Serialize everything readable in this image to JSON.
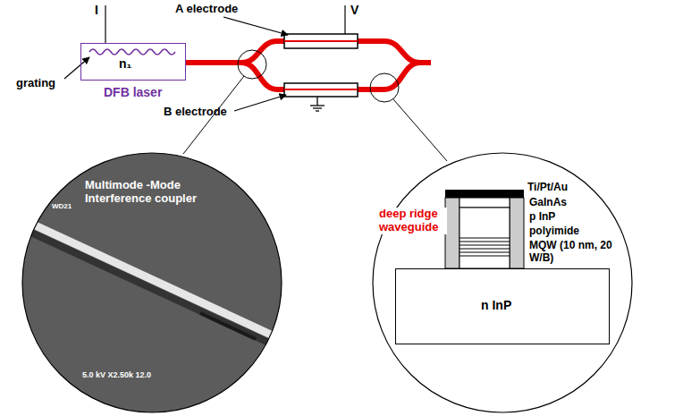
{
  "diagram": {
    "nodes": [
      {
        "text": [
          "n₁",
          "DFB laser"
        ]
      },
      {
        "text": [
          "Multimode -Mode Interference coupler"
        ]
      },
      {
        "text": [
          "n InP"
        ]
      }
    ],
    "labels": [
      "I",
      "A electrode",
      "V",
      "grating",
      "B electrode",
      "WD21",
      "5.0 kV X2.50k 12.0",
      "deep ridge waveguide",
      "Ti/Pt/Au",
      "GaInAs",
      "p InP",
      "polyimide",
      "MQW (10 nm, 20 W/B)"
    ]
  }
}
